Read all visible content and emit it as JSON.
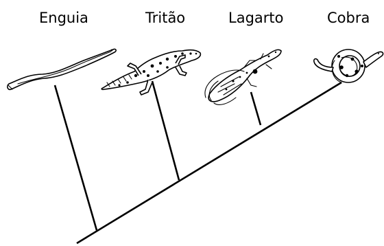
{
  "labels": {
    "eel": "Enguia",
    "newt": "Tritão",
    "lizard": "Lagarto",
    "snake": "Cobra"
  },
  "icons": [
    "eel-icon",
    "newt-icon",
    "lizard-icon",
    "snake-icon"
  ],
  "colors": {
    "ink": "#000000",
    "background": "#ffffff"
  }
}
